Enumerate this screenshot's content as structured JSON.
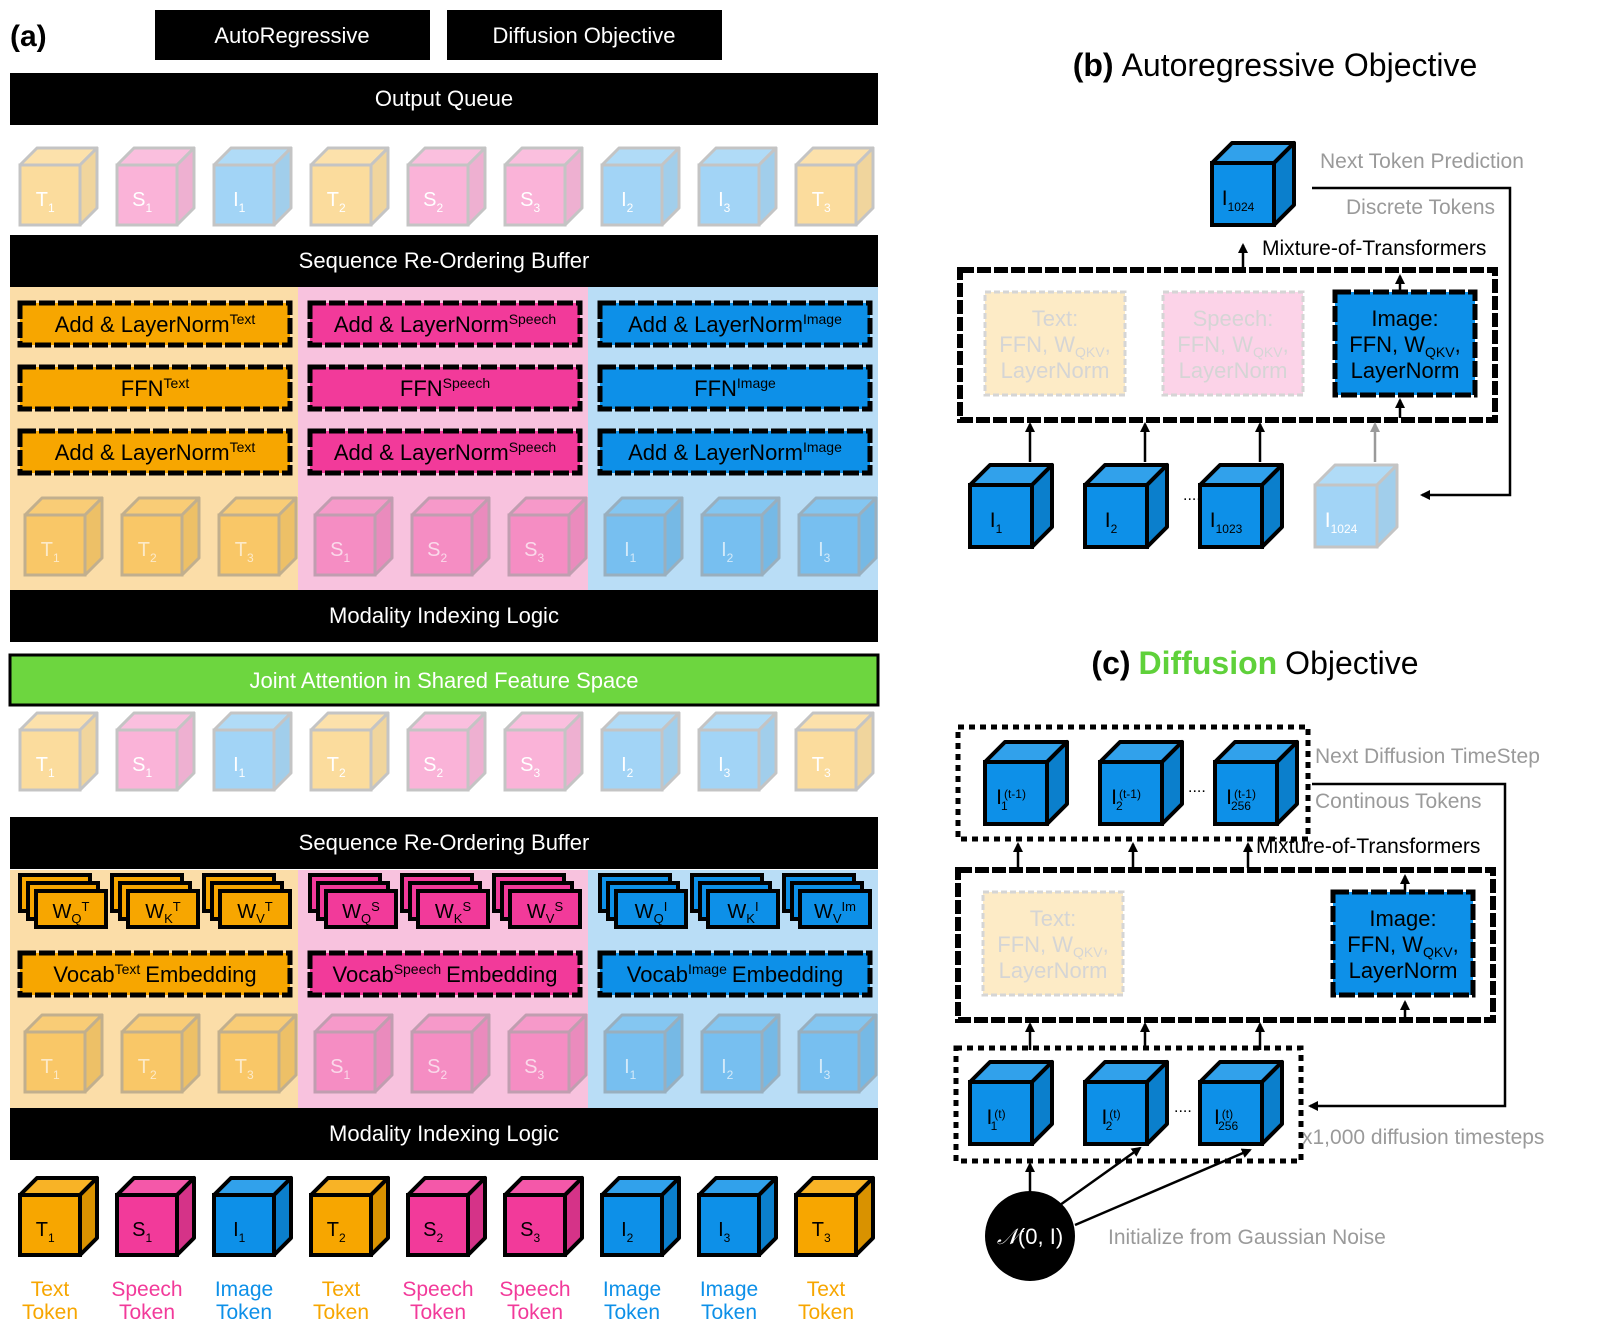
{
  "panel_a": {
    "label": "(a)",
    "top_buttons": [
      "AutoRegressive",
      "Diffusion Objective"
    ],
    "output_queue": "Output Queue",
    "reorder_buffer": "Sequence Re-Ordering Buffer",
    "modality_logic": "Modality Indexing Logic",
    "joint_attention": "Joint Attention in Shared Feature Space",
    "sequence": [
      {
        "base": "T",
        "sub": "1",
        "mod": "text"
      },
      {
        "base": "S",
        "sub": "1",
        "mod": "speech"
      },
      {
        "base": "I",
        "sub": "1",
        "mod": "image"
      },
      {
        "base": "T",
        "sub": "2",
        "mod": "text"
      },
      {
        "base": "S",
        "sub": "2",
        "mod": "speech"
      },
      {
        "base": "S",
        "sub": "3",
        "mod": "speech"
      },
      {
        "base": "I",
        "sub": "2",
        "mod": "image"
      },
      {
        "base": "I",
        "sub": "3",
        "mod": "image"
      },
      {
        "base": "T",
        "sub": "3",
        "mod": "text"
      }
    ],
    "modality_groups": [
      {
        "mod": "text",
        "cubes": [
          {
            "base": "T",
            "sub": "1"
          },
          {
            "base": "T",
            "sub": "2"
          },
          {
            "base": "T",
            "sub": "3"
          }
        ],
        "addnorm": {
          "main": "Add & LayerNorm",
          "sup": "Text"
        },
        "ffn": {
          "main": "FFN",
          "sup": "Text"
        },
        "vocab": {
          "pre": "Vocab",
          "sup": "Text",
          "post": "Embedding"
        },
        "weights": [
          {
            "sub": "Q",
            "sup": "T"
          },
          {
            "sub": "K",
            "sup": "T"
          },
          {
            "sub": "V",
            "sup": "T"
          }
        ]
      },
      {
        "mod": "speech",
        "cubes": [
          {
            "base": "S",
            "sub": "1"
          },
          {
            "base": "S",
            "sub": "2"
          },
          {
            "base": "S",
            "sub": "3"
          }
        ],
        "addnorm": {
          "main": "Add & LayerNorm",
          "sup": "Speech"
        },
        "ffn": {
          "main": "FFN",
          "sup": "Speech"
        },
        "vocab": {
          "pre": "Vocab",
          "sup": "Speech",
          "post": "Embedding"
        },
        "weights": [
          {
            "sub": "Q",
            "sup": "S"
          },
          {
            "sub": "K",
            "sup": "S"
          },
          {
            "sub": "V",
            "sup": "S"
          }
        ]
      },
      {
        "mod": "image",
        "cubes": [
          {
            "base": "I",
            "sub": "1"
          },
          {
            "base": "I",
            "sub": "2"
          },
          {
            "base": "I",
            "sub": "3"
          }
        ],
        "addnorm": {
          "main": "Add & LayerNorm",
          "sup": "Image"
        },
        "ffn": {
          "main": "FFN",
          "sup": "Image"
        },
        "vocab": {
          "pre": "Vocab",
          "sup": "Image",
          "post": "Embedding"
        },
        "weights": [
          {
            "sub": "Q",
            "sup": "I"
          },
          {
            "sub": "K",
            "sup": "I"
          },
          {
            "sub": "V",
            "sup": "Im"
          }
        ]
      }
    ],
    "weight_base": "W",
    "token_labels": {
      "text": [
        "Text",
        "Token"
      ],
      "speech": [
        "Speech",
        "Token"
      ],
      "image": [
        "Image",
        "Token"
      ]
    }
  },
  "panel_b": {
    "label": "(b)",
    "title": "Autoregressive Objective",
    "next_token_prediction": "Next Token Prediction",
    "discrete_tokens": "Discrete Tokens",
    "mot": "Mixture-of-Transformers",
    "experts": [
      {
        "name": "Text:",
        "line2_pre": "FFN, W",
        "line2_sub": "QKV",
        "line2_post": ",",
        "line3": "LayerNorm",
        "active": false,
        "mod": "text"
      },
      {
        "name": "Speech:",
        "line2_pre": "FFN, W",
        "line2_sub": "QKV",
        "line2_post": ",",
        "line3": "LayerNorm",
        "active": false,
        "mod": "speech"
      },
      {
        "name": "Image:",
        "line2_pre": "FFN, W",
        "line2_sub": "QKV",
        "line2_post": ",",
        "line3": "LayerNorm",
        "active": true,
        "mod": "image"
      }
    ],
    "output_cube": {
      "base": "I",
      "sub": "1024"
    },
    "input_cubes": [
      {
        "base": "I",
        "sub": "1",
        "faded": false
      },
      {
        "base": "I",
        "sub": "2",
        "faded": false
      },
      {
        "base": "I",
        "sub": "1023",
        "faded": false
      },
      {
        "base": "I",
        "sub": "1024",
        "faded": true
      }
    ],
    "dots": "...."
  },
  "panel_c": {
    "label": "(c)",
    "title_highlight": "Diffusion",
    "title_rest": "Objective",
    "next_timestep": "Next Diffusion TimeStep",
    "continuous_tokens": "Continous Tokens",
    "mot": "Mixture-of-Transformers",
    "experts": [
      {
        "name": "Text:",
        "line2_pre": "FFN, W",
        "line2_sub": "QKV",
        "line2_post": ",",
        "line3": "LayerNorm",
        "active": false,
        "mod": "text"
      },
      {
        "name": "Image:",
        "line2_pre": "FFN, W",
        "line2_sub": "QKV",
        "line2_post": ",",
        "line3": "LayerNorm",
        "active": true,
        "mod": "image"
      }
    ],
    "top_cubes": [
      {
        "base": "I",
        "sub": "1",
        "sup": "(t-1)"
      },
      {
        "base": "I",
        "sub": "2",
        "sup": "(t-1)"
      },
      {
        "base": "I",
        "sub": "256",
        "sup": "(t-1)"
      }
    ],
    "bottom_cubes": [
      {
        "base": "I",
        "sub": "1",
        "sup": "(t)"
      },
      {
        "base": "I",
        "sub": "2",
        "sup": "(t)"
      },
      {
        "base": "I",
        "sub": "256",
        "sup": "(t)"
      }
    ],
    "dots": "....",
    "timesteps": "x1,000 diffusion timesteps",
    "noise": {
      "symbol": "𝒩",
      "rest": "(0, I)"
    },
    "noise_caption": "Initialize from Gaussian Noise"
  },
  "colors": {
    "text": "#F7A600",
    "speech": "#F23A9A",
    "image": "#0D90E8",
    "joint_attention": "#6DD63F",
    "diffusion_title": "#5FD13A",
    "black_bar": "#000000",
    "faded_caption": "#9A9A9A"
  }
}
